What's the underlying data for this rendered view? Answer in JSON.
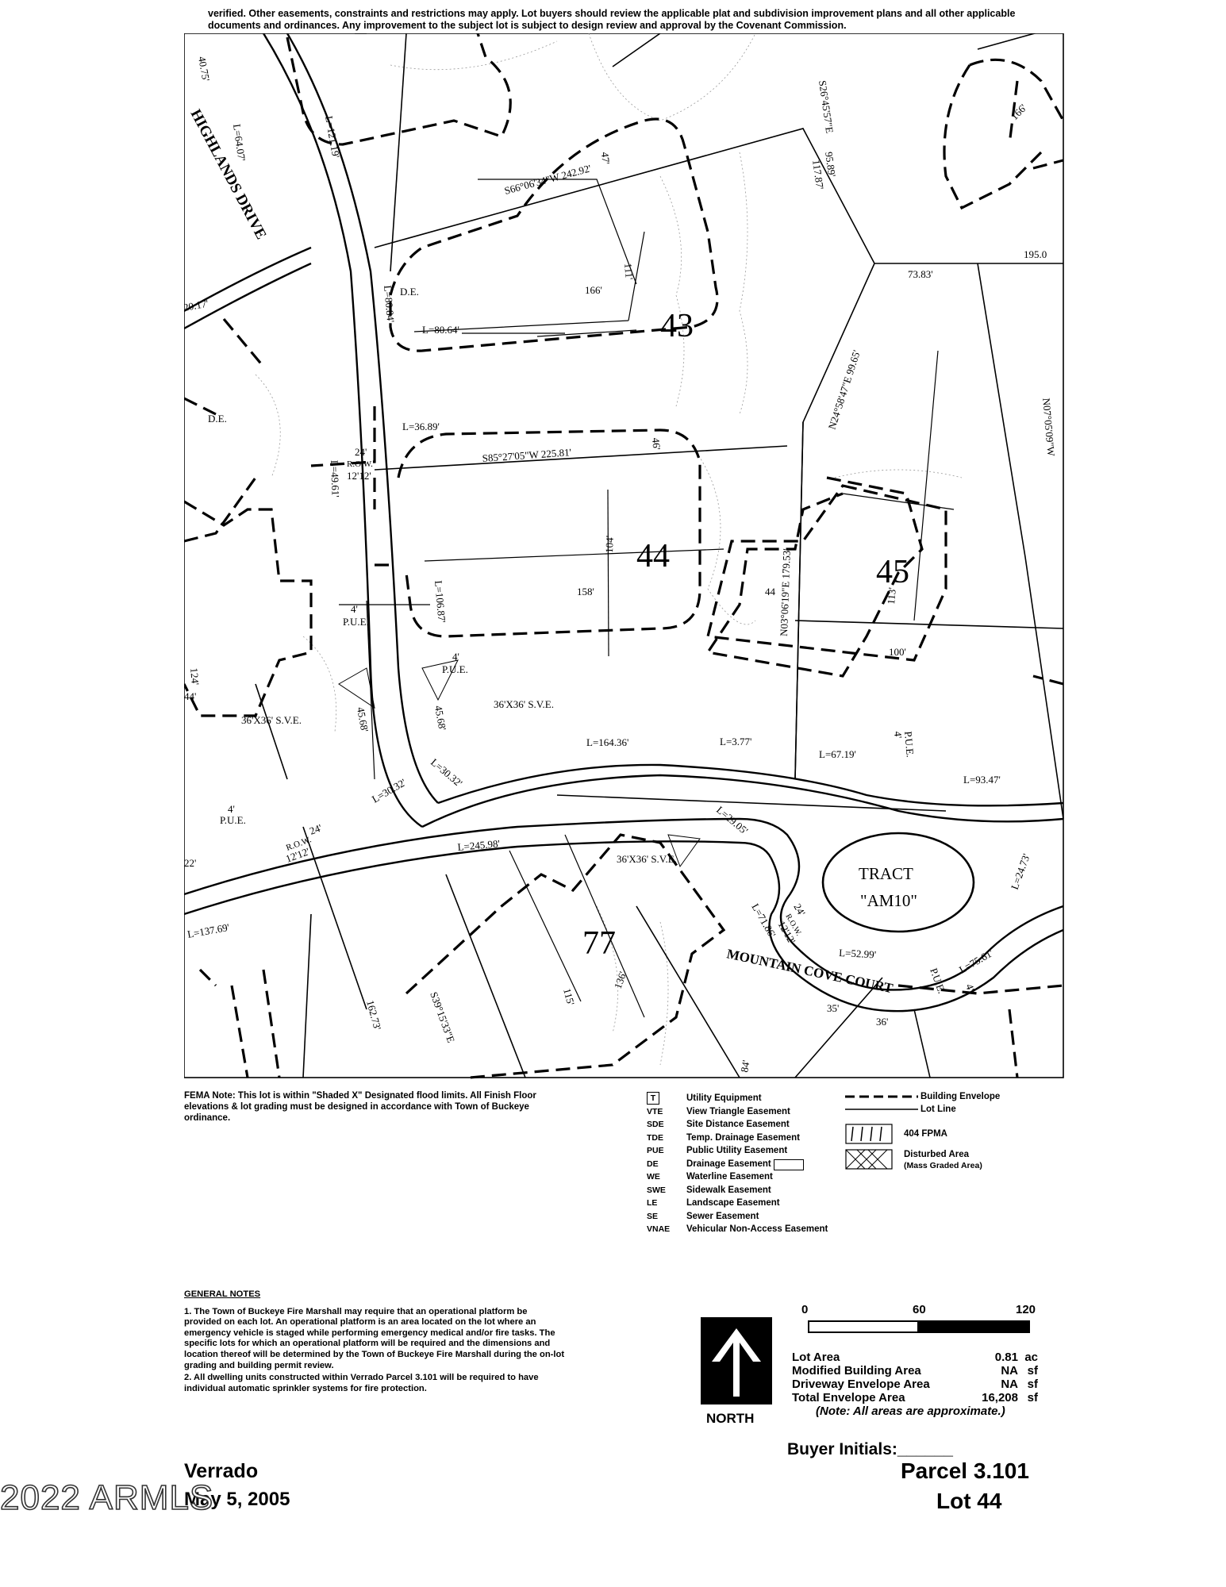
{
  "top_note": "verified. Other easements, constraints and restrictions may apply. Lot buyers should review the applicable plat and subdivision improvement plans and all other applicable documents and ordinances. Any improvement to the subject lot is subject to design review and approval by the Covenant Commission.",
  "plan": {
    "street_main": "HIGHLANDS DRIVE",
    "street_court": "MOUNTAIN COVE COURT",
    "lots": {
      "lot43": "43",
      "lot44": "44",
      "lot45": "45",
      "lot77": "77"
    },
    "tract_line1": "TRACT",
    "tract_line2": "\"AM10\"",
    "labels": {
      "l12119": "L=121.19'",
      "l6407": "L=64.07'",
      "l4075": "40.75'",
      "b1": "S66°06'34\"W  242.92'",
      "d47": "47'",
      "b2": "S26°45'57\"E",
      "d9589": "95.89'",
      "d11787": "117.87'",
      "d166a": "166'",
      "d19500": "195.0",
      "d7383": "73.83'",
      "d111": "111'",
      "d166b": "166'",
      "de1": "D.E.",
      "l8084": "L=80.84'",
      "l8064": "L=80.64'",
      "b3": "N24°58'47\"E  99.65'",
      "l3689": "L=36.89'",
      "de2": "D.E.",
      "l2017": "20.17'",
      "r1": "24'",
      "r2": "R.O.W.",
      "r3": "12'12'",
      "b4": "S85°27'05\"W  225.81'",
      "d46": "46'",
      "l4961": "L=49.61'",
      "b5": "N03°06'19\"E  179.53'",
      "d104": "104'",
      "d158": "158'",
      "d44": "44",
      "b6": "N07°05'09\"W",
      "pue1": "4'",
      "pue1b": "P.U.E.",
      "l10687": "L=106.87'",
      "pue2": "4'",
      "pue2b": "P.U.E.",
      "d113": "113'",
      "d100": "100'",
      "d124": "124'",
      "d44b": "44'",
      "sve1": "36'X36' S.V.E.",
      "d4568a": "45.68'",
      "d4568b": "45.68'",
      "sve2": "36'X36' S.V.E.",
      "l16436": "L=164.36'",
      "l377": "L=3.77'",
      "l6719": "L=67.19'",
      "pue3": "4'",
      "pue3b": "P.U.E.",
      "l9347": "L=93.47'",
      "l3032": "L=30.32'",
      "l3027": "L=30.32'",
      "pue4": "4'",
      "pue4b": "P.U.E.",
      "r4": "24'",
      "r5": "R.O.W.",
      "r6": "12'12'",
      "l24598": "L=245.98'",
      "l2905": "L=29.05'",
      "sve3": "36'X36' S.V.E.",
      "l7186": "L=71.86'",
      "r7": "24'",
      "r8": "R.O.W.",
      "r9": "12'12'",
      "l2473": "L=24.73'",
      "l13769": "L=137.69'",
      "d115": "115'",
      "d136": "136'",
      "l5299": "L=52.99'",
      "l7561": "L=75.61'",
      "pue5": "4'",
      "pue5b": "P.U.E.",
      "d35": "35'",
      "d36": "36'",
      "d84": "84'",
      "d16273": "162.73'",
      "b7": "S39°15'33\"E",
      "d22": "22'"
    }
  },
  "fema_note": "FEMA Note: This lot is within \"Shaded X\" Designated flood limits. All Finish Floor elevations & lot grading must be designed in accordance with Town of Buckeye ordinance.",
  "legend": [
    {
      "code": "T",
      "label": "Utility Equipment"
    },
    {
      "code": "VTE",
      "label": "View Triangle Easement"
    },
    {
      "code": "SDE",
      "label": "Site Distance Easement"
    },
    {
      "code": "TDE",
      "label": "Temp. Drainage Easement"
    },
    {
      "code": "PUE",
      "label": "Public Utility Easement"
    },
    {
      "code": "DE",
      "label": "Drainage Easement"
    },
    {
      "code": "WE",
      "label": "Waterline Easement"
    },
    {
      "code": "SWE",
      "label": "Sidewalk Easement"
    },
    {
      "code": "LE",
      "label": "Landscape Easement"
    },
    {
      "code": "SE",
      "label": "Sewer Easement"
    },
    {
      "code": "VNAE",
      "label": "Vehicular Non-Access Easement"
    }
  ],
  "legend_right": {
    "building_envelope": "Building Envelope",
    "lot_line": "Lot Line",
    "fpma": "404 FPMA",
    "disturbed": "Disturbed Area",
    "disturbed_sub": "(Mass Graded Area)"
  },
  "general_notes": {
    "title": "GENERAL NOTES",
    "items": [
      "1. The Town of Buckeye Fire Marshall may require that an operational platform be provided on each lot. An operational platform is an area located on the lot where an emergency vehicle is staged while performing emergency medical and/or fire tasks. The specific lots for which an operational platform will be required and the dimensions and location thereof will be determined by the Town of Buckeye Fire Marshall during the on-lot grading and building permit review.",
      "2. All dwelling units constructed within Verrado Parcel 3.101 will be required to have individual automatic sprinkler systems for fire protection."
    ]
  },
  "scale": {
    "s0": "0",
    "s60": "60",
    "s120": "120"
  },
  "north": "NORTH",
  "areas": [
    {
      "label": "Lot Area",
      "value": "0.81",
      "unit": "ac"
    },
    {
      "label": "Modified Building Area",
      "value": "NA",
      "unit": "sf"
    },
    {
      "label": "Driveway Envelope Area",
      "value": "NA",
      "unit": "sf"
    },
    {
      "label": "Total Envelope Area",
      "value": "16,208",
      "unit": "sf"
    }
  ],
  "approx_note": "(Note: All areas are approximate.)",
  "buyer_initials": "Buyer Initials:______",
  "parcel": "Parcel  3.101",
  "lot": "Lot  44",
  "verrado": "Verrado",
  "date": "May 5, 2005",
  "watermark": "2022 ARMLS"
}
